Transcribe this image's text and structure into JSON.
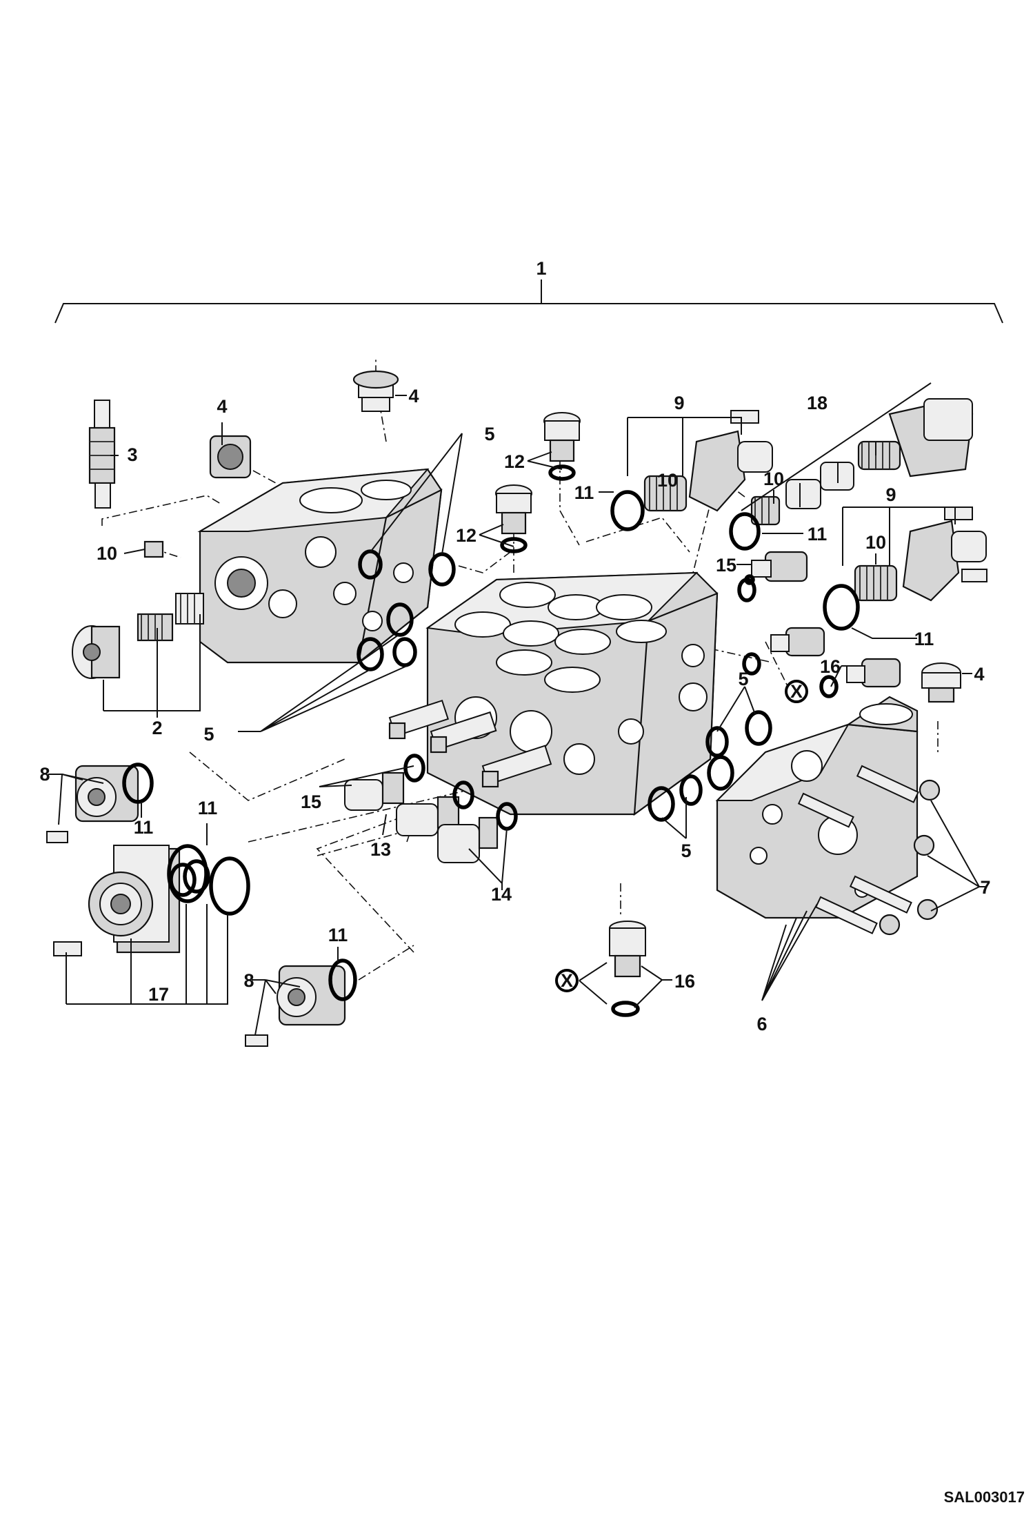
{
  "drawing_id": "SAL003017",
  "excluded_mark": "X",
  "callouts": {
    "c1": "1",
    "c2": "2",
    "c3": "3",
    "c4": "4",
    "c5": "5",
    "c6": "6",
    "c7": "7",
    "c8": "8",
    "c9": "9",
    "c10": "10",
    "c11": "11",
    "c12": "12",
    "c13": "13",
    "c14": "14",
    "c15": "15",
    "c16": "16",
    "c17": "17",
    "c18": "18"
  }
}
